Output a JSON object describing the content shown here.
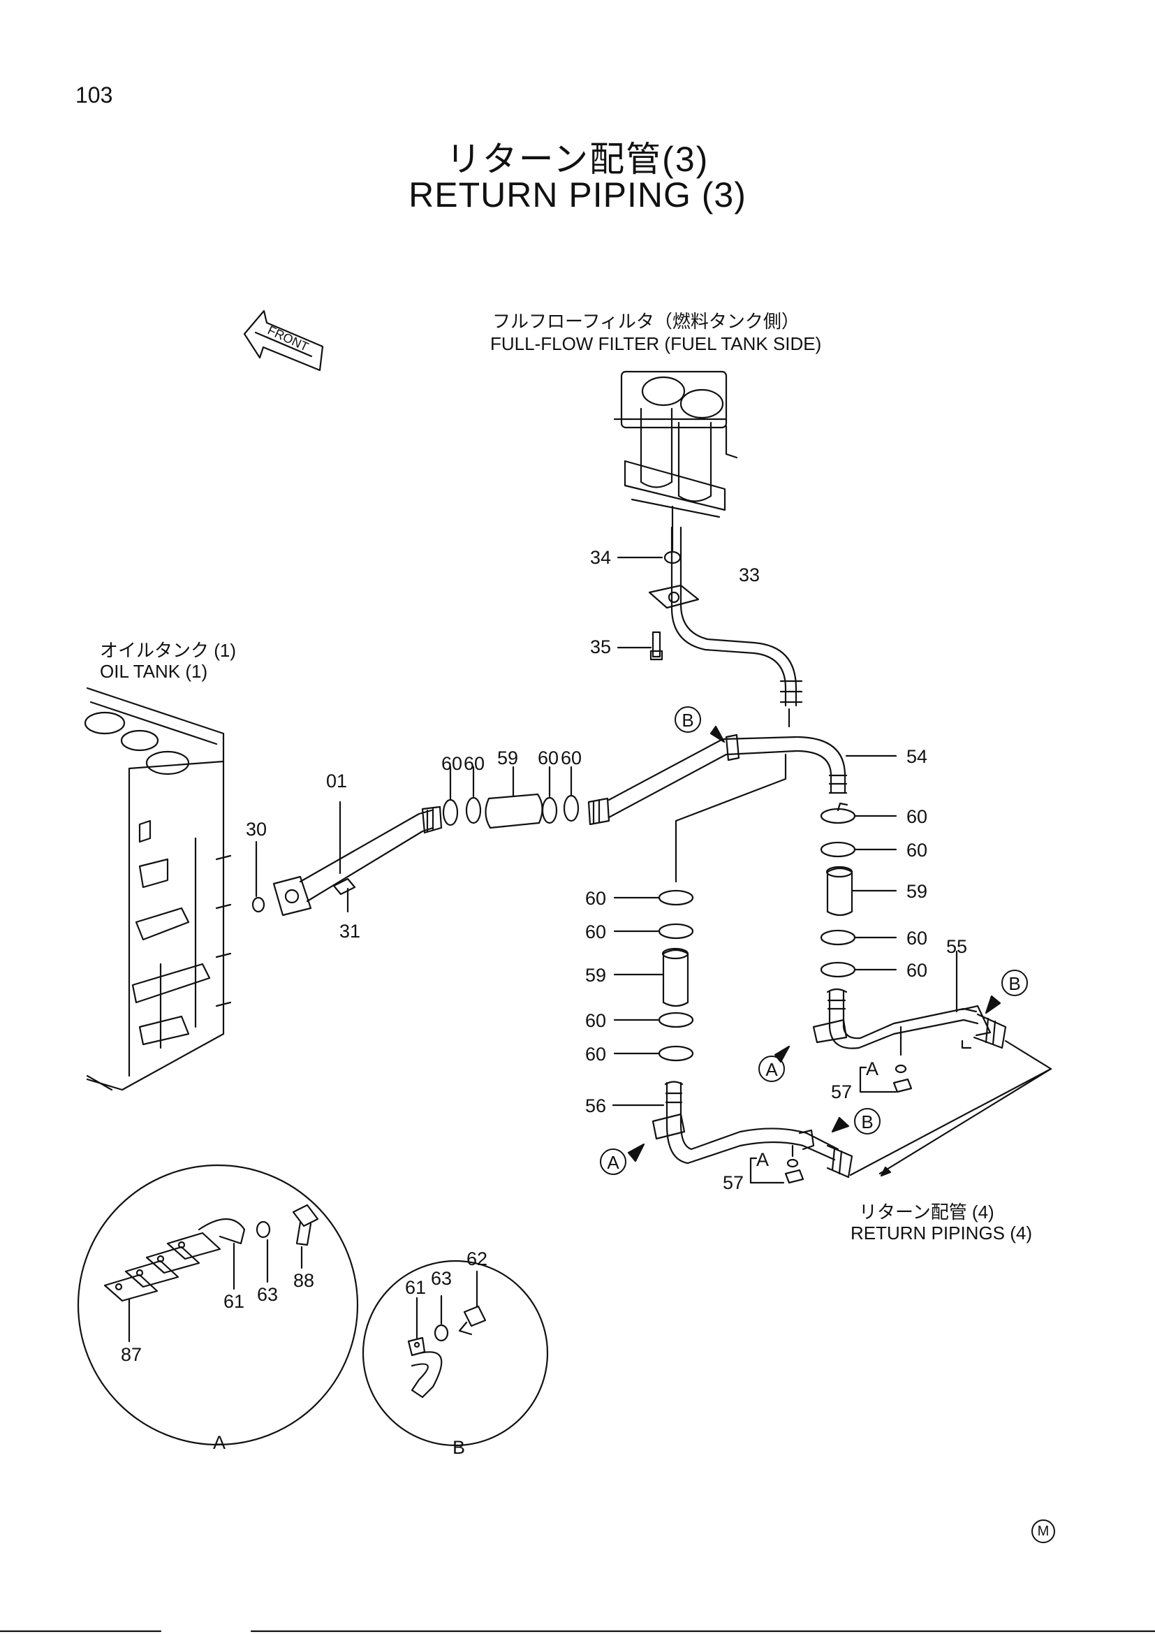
{
  "page_number": "103",
  "title_jp": "リターン配管(3)",
  "title_en": "RETURN   PIPING (3)",
  "labels": {
    "filter_jp": "フルフローフィルタ（燃料タンク側）",
    "filter_en": "FULL-FLOW FILTER (FUEL TANK SIDE)",
    "oil_tank_jp": "オイルタンク (1)",
    "oil_tank_en": "OIL TANK (1)",
    "return4_jp": "リターン配管 (4)",
    "return4_en": "RETURN PIPINGS (4)",
    "front": "FRONT",
    "detail_a": "A",
    "detail_b": "B"
  },
  "callouts": {
    "c34": "34",
    "c33": "33",
    "c35": "35",
    "c54": "54",
    "c01": "01",
    "c30": "30",
    "c31": "31",
    "c60a": "60",
    "c60b": "60",
    "c59a": "59",
    "c60c": "60",
    "c60d": "60",
    "r60a": "60",
    "r60b": "60",
    "r59": "59",
    "r60c": "60",
    "r60d": "60",
    "l60a": "60",
    "l60b": "60",
    "l59": "59",
    "l60c": "60",
    "l60d": "60",
    "c55": "55",
    "c56": "56",
    "c57a": "57",
    "c57b": "57",
    "aa": "A",
    "ab": "A",
    "d61a": "61",
    "d63a": "63",
    "d88": "88",
    "d87": "87",
    "d61b": "61",
    "d63b": "63",
    "d62": "62"
  },
  "circle_markers": {
    "b1": "B",
    "b2": "B",
    "b3": "B",
    "a1": "A",
    "a2": "A"
  },
  "footer_mark": "M"
}
